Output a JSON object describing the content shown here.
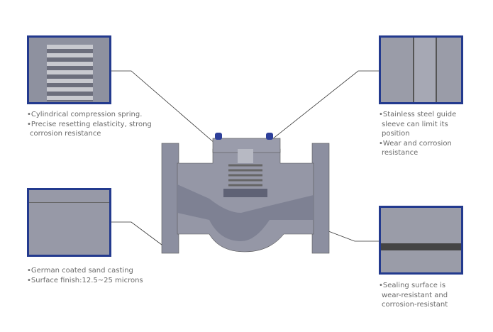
{
  "callouts": {
    "spring": {
      "lines": [
        "•Cylindrical compression spring.",
        "•Precise resetting elasticity, strong",
        " corrosion resistance"
      ]
    },
    "guide": {
      "lines": [
        "•Stainless steel guide",
        " sleeve can limit its",
        " position",
        "•Wear and corrosion",
        " resistance"
      ]
    },
    "casting": {
      "lines": [
        "•German  coated  sand  casting",
        "•Surface finish:12.5~25 microns"
      ]
    },
    "sealing": {
      "lines": [
        "•Sealing surface is",
        " wear-resistant and",
        " corrosion-resistant"
      ]
    }
  },
  "colors": {
    "frame": "#233a8e",
    "body": "#8c8fa0",
    "text": "#6a6a6a"
  }
}
